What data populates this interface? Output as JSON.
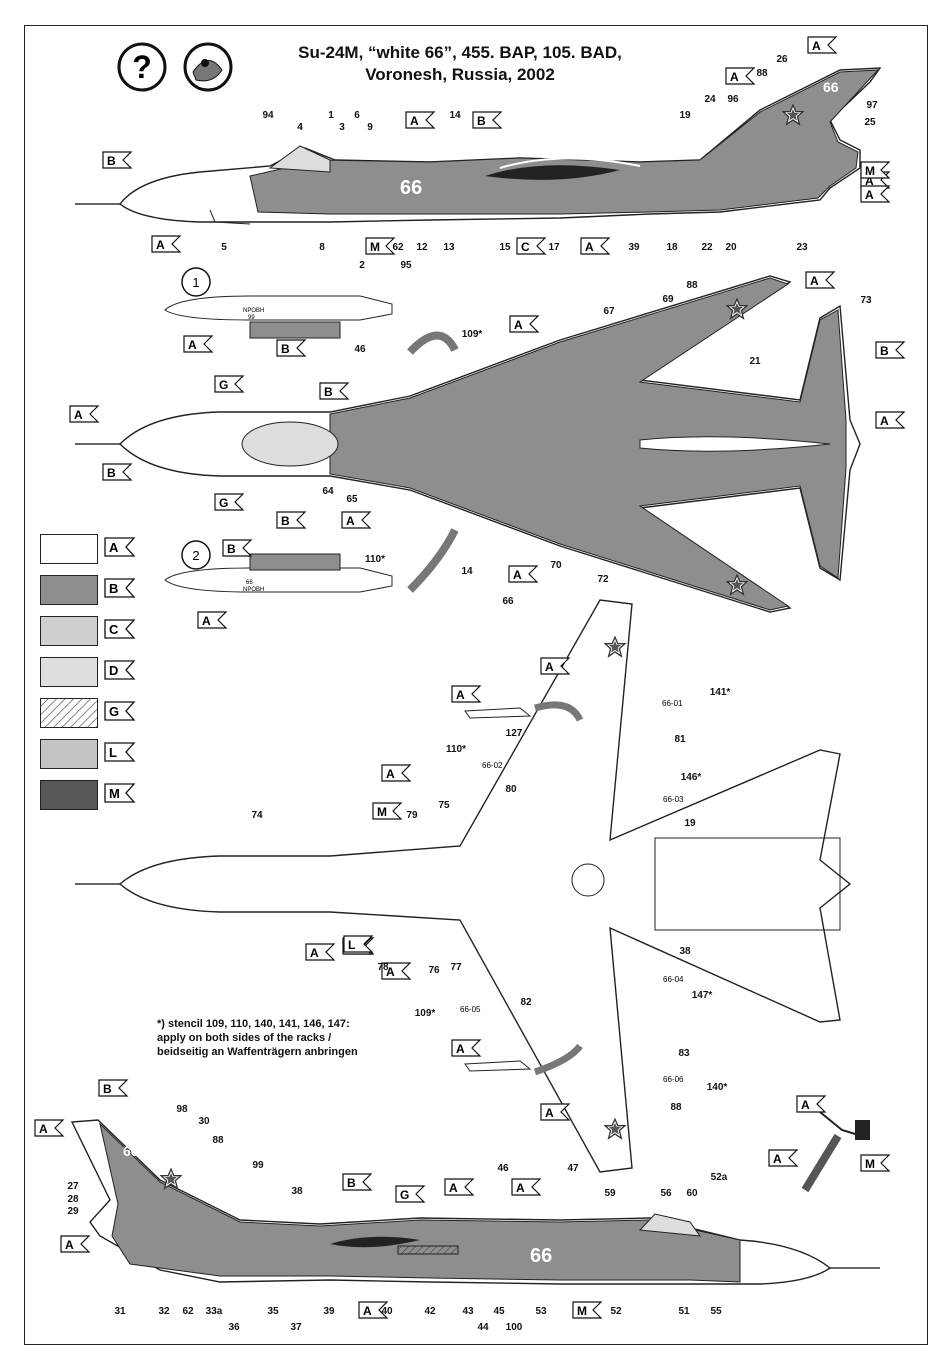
{
  "title": {
    "line1": "Su-24M, “white 66”, 455. BAP, 105. BAD,",
    "line2": "Voronesh, Russia, 2002"
  },
  "legend": [
    {
      "code": "A",
      "color": "#ffffff"
    },
    {
      "code": "B",
      "color": "#8e8e8e"
    },
    {
      "code": "C",
      "color": "#cfcfcf"
    },
    {
      "code": "D",
      "color": "#dedede"
    },
    {
      "code": "G",
      "color": "hatched"
    },
    {
      "code": "L",
      "color": "#c4c4c4"
    },
    {
      "code": "M",
      "color": "#575757"
    }
  ],
  "aircraft_number": "66",
  "stencil_note": {
    "line1": "*) stencil 109, 110, 140, 141, 146, 147:",
    "line2": "apply on both sides of the racks /",
    "line3": "beidseitig an Waffenträgern anbringen"
  },
  "stencils": {
    "s66_01": "66-01",
    "s66_02": "66-02",
    "s66_03": "66-03",
    "s66_04": "66-04",
    "s66_05": "66-05",
    "s66_06": "66-06",
    "tank1_text1": "NPOBH",
    "tank1_text2": "99",
    "tank2_text1": "66",
    "tank2_text2": "NPOBH"
  },
  "tank_views": {
    "one": "1",
    "two": "2"
  },
  "icons": [
    "question-mark-icon",
    "wrong-way-logo-icon",
    "decal-sheet-icon"
  ],
  "callouts": {
    "top_view": [
      "94",
      "4",
      "1",
      "3",
      "6",
      "9",
      "14",
      "19",
      "24",
      "26",
      "88",
      "96",
      "97",
      "25",
      "5",
      "8",
      "2",
      "62",
      "95",
      "12",
      "13",
      "15",
      "17",
      "39",
      "18",
      "22",
      "20",
      "23"
    ],
    "plan_view": [
      "46",
      "109*",
      "67",
      "69",
      "88",
      "73",
      "21",
      "64",
      "65",
      "66",
      "14",
      "110*",
      "70",
      "72"
    ],
    "underside": [
      "141*",
      "127",
      "81",
      "110*",
      "146*",
      "80",
      "75",
      "74",
      "79",
      "19",
      "78",
      "76",
      "77",
      "38",
      "82",
      "109*",
      "147*",
      "83",
      "140*",
      "88"
    ],
    "bottom_view": [
      "98",
      "30",
      "88",
      "99",
      "27",
      "28",
      "29",
      "38",
      "46",
      "47",
      "52a",
      "59",
      "56",
      "60",
      "31",
      "32",
      "62",
      "33a",
      "36",
      "35",
      "37",
      "39",
      "40",
      "42",
      "43",
      "44",
      "45",
      "100",
      "53",
      "52",
      "51",
      "55"
    ]
  }
}
